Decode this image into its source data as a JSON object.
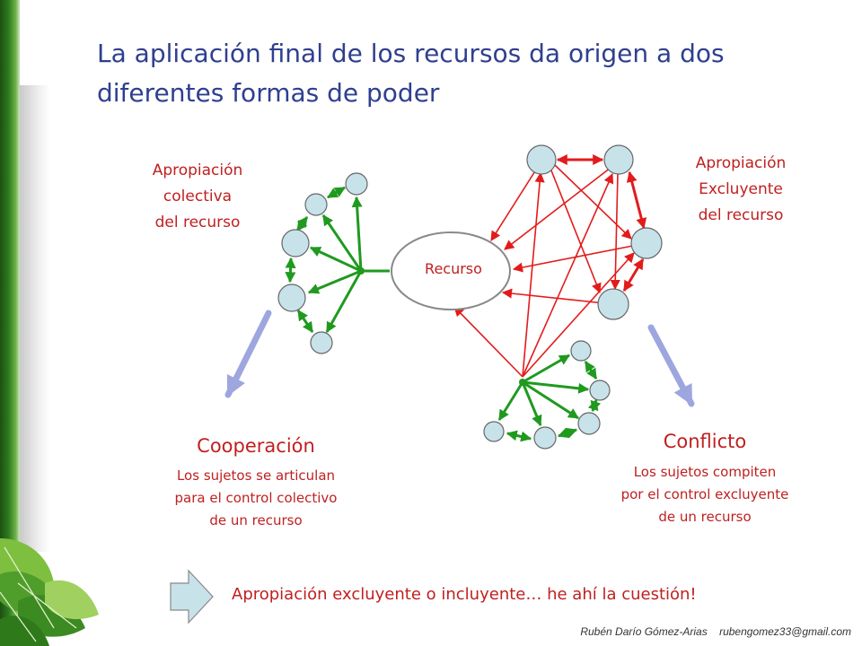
{
  "title": "La aplicación final de los recursos da origen a dos diferentes formas de poder",
  "labels": {
    "colectiva": [
      "Apropiación",
      "colectiva",
      "del recurso"
    ],
    "excluyente": [
      "Apropiación",
      "Excluyente",
      "del recurso"
    ],
    "recurso": "Recurso"
  },
  "cooperacion": {
    "heading": "Cooperación",
    "lines": [
      "Los sujetos se articulan",
      "para el control colectivo",
      "de un recurso"
    ]
  },
  "conflicto": {
    "heading": "Conflicto",
    "lines": [
      "Los sujetos compiten",
      "por el control excluyente",
      "de un recurso"
    ]
  },
  "bottom": "Apropiación excluyente o incluyente… he ahí la cuestión!",
  "footer": {
    "author": "Rubén Darío Gómez-Arias",
    "email": "rubengomez33@gmail.com"
  },
  "colors": {
    "title": "#2f3f8f",
    "text": "#c02020",
    "node_fill": "#c8e2ea",
    "node_stroke": "#666666",
    "green": "#1f9a1f",
    "red": "#e31b1b",
    "lavender": "#9ea6df"
  }
}
